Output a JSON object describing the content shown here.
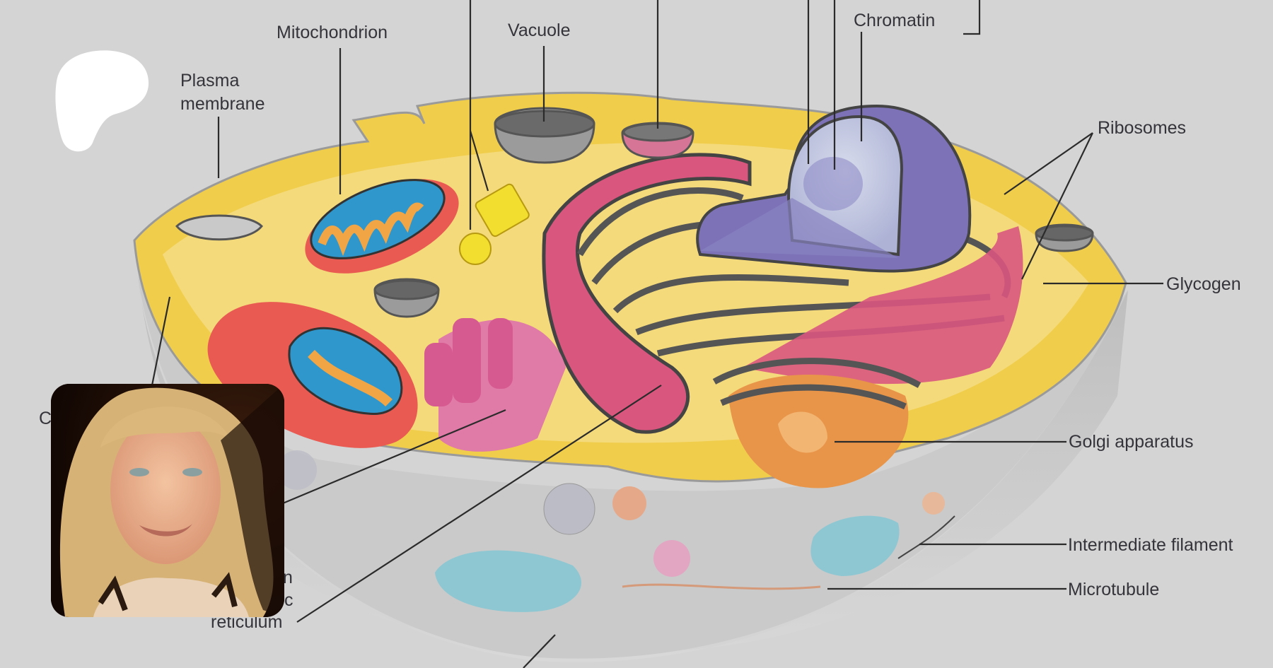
{
  "shared_screen": {
    "labels": {
      "mitochondrion": "Mitochondrion",
      "vacuole": "Vacuole",
      "chromatin": "Chromatin",
      "plasma_membrane_1": "Plasma",
      "plasma_membrane_2": "membrane",
      "ribosomes": "Ribosomes",
      "glycogen": "Glycogen",
      "golgi": "Golgi apparatus",
      "intermediate_filament": "Intermediate filament",
      "microtubule": "Microtubule",
      "reticulum": "reticulum",
      "partial_c": "C",
      "partial_n": "n",
      "partial_c2": "c"
    }
  },
  "colors": {
    "background": "#d4d4d4",
    "cytoplasm": "#f1cd4c",
    "nucleus": "#7d72b8",
    "er": "#d9567f",
    "golgi": "#e8954a"
  },
  "participant_video": {
    "icon": "participant-camera-feed"
  },
  "app_logo": {
    "icon": "app-logo"
  }
}
